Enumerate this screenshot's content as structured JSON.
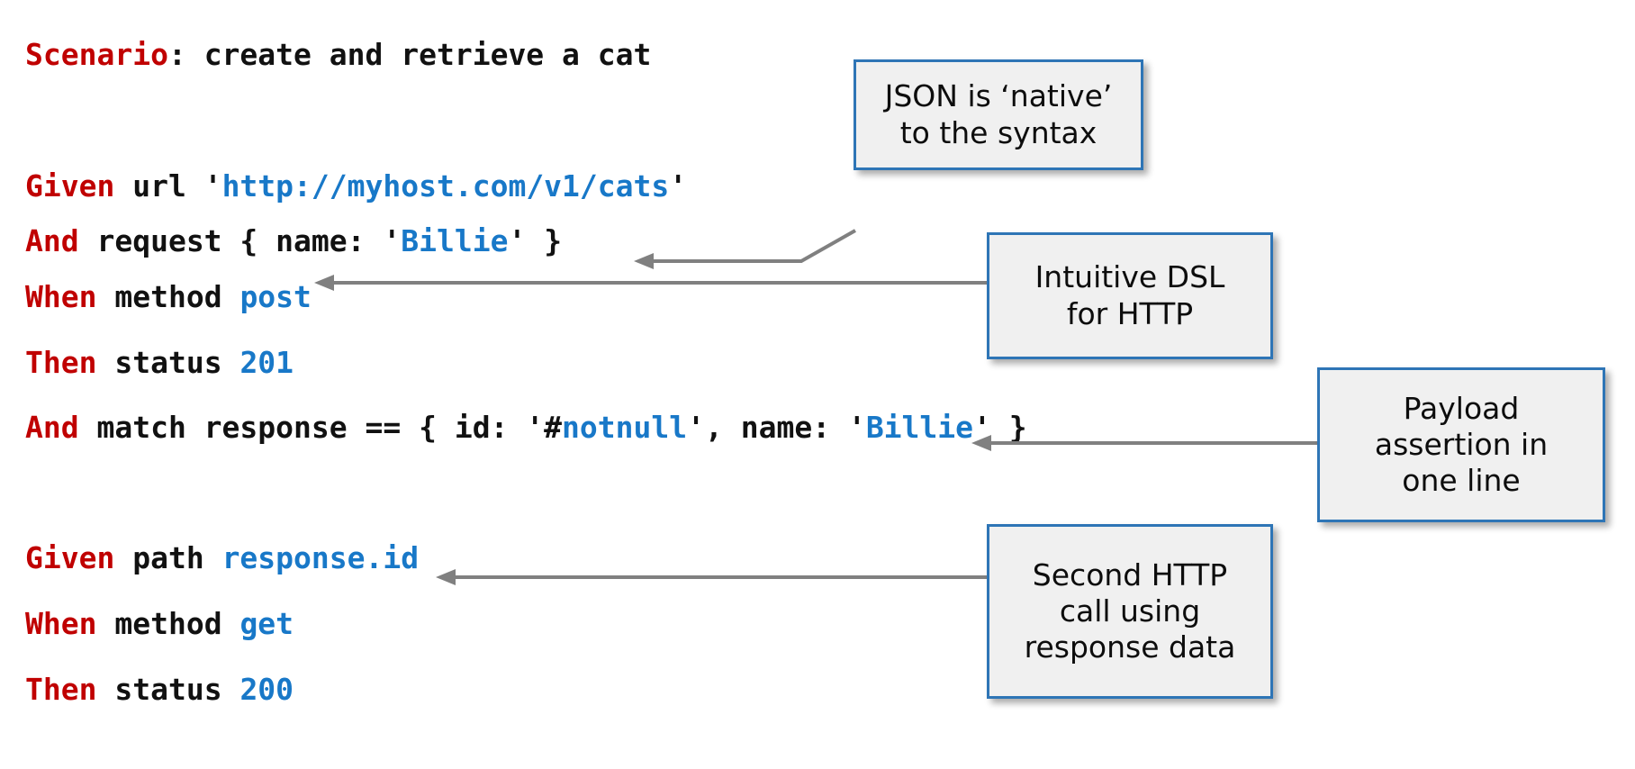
{
  "slide": {
    "background_color": "#ffffff",
    "keyword_color": "#C00000",
    "value_color": "#1878C8",
    "plain_color": "#111111",
    "callout_border_color": "#2E75B6",
    "callout_fill_color": "#F0F0F0",
    "connector_color": "#808080"
  },
  "code": {
    "lines": [
      {
        "id": "scenario",
        "tokens": [
          {
            "text": "Scenario",
            "style": "kw"
          },
          {
            "text": ": create and retrieve a cat",
            "style": "pl"
          }
        ],
        "plain": "Scenario: create and retrieve a cat"
      },
      {
        "id": "given-url",
        "tokens": [
          {
            "text": "Given",
            "style": "kw"
          },
          {
            "text": " url '",
            "style": "pl"
          },
          {
            "text": "http://myhost.com/v1/cats",
            "style": "val"
          },
          {
            "text": "'",
            "style": "pl"
          }
        ],
        "plain": "Given url 'http://myhost.com/v1/cats'"
      },
      {
        "id": "and-request",
        "tokens": [
          {
            "text": "And",
            "style": "kw"
          },
          {
            "text": " request { name: '",
            "style": "pl"
          },
          {
            "text": "Billie",
            "style": "val"
          },
          {
            "text": "' }",
            "style": "pl"
          }
        ],
        "plain": "And request { name: 'Billie' }"
      },
      {
        "id": "when-method-post",
        "tokens": [
          {
            "text": "When",
            "style": "kw"
          },
          {
            "text": " method ",
            "style": "pl"
          },
          {
            "text": "post",
            "style": "val"
          }
        ],
        "plain": "When method post"
      },
      {
        "id": "then-status-201",
        "tokens": [
          {
            "text": "Then",
            "style": "kw"
          },
          {
            "text": " status ",
            "style": "pl"
          },
          {
            "text": "201",
            "style": "val"
          }
        ],
        "plain": "Then status 201"
      },
      {
        "id": "and-match",
        "tokens": [
          {
            "text": "And",
            "style": "kw"
          },
          {
            "text": " match response == { id: '#",
            "style": "pl"
          },
          {
            "text": "notnull",
            "style": "val"
          },
          {
            "text": "', name: '",
            "style": "pl"
          },
          {
            "text": "Billie",
            "style": "val"
          },
          {
            "text": "' }",
            "style": "pl"
          }
        ],
        "plain": "And match response == { id: '#notnull', name: 'Billie' }"
      },
      {
        "id": "given-path",
        "tokens": [
          {
            "text": "Given",
            "style": "kw"
          },
          {
            "text": " path ",
            "style": "pl"
          },
          {
            "text": "response.id",
            "style": "val"
          }
        ],
        "plain": "Given path response.id"
      },
      {
        "id": "when-method-get",
        "tokens": [
          {
            "text": "When",
            "style": "kw"
          },
          {
            "text": " method ",
            "style": "pl"
          },
          {
            "text": "get",
            "style": "val"
          }
        ],
        "plain": "When method get"
      },
      {
        "id": "then-status-200",
        "tokens": [
          {
            "text": "Then",
            "style": "kw"
          },
          {
            "text": " status ",
            "style": "pl"
          },
          {
            "text": "200",
            "style": "val"
          }
        ],
        "plain": "Then status 200"
      }
    ]
  },
  "callouts": [
    {
      "id": "json-native",
      "text": "JSON is ‘native’\nto the syntax"
    },
    {
      "id": "intuitive-dsl",
      "text": "Intuitive DSL\nfor HTTP"
    },
    {
      "id": "payload-assertion",
      "text": "Payload\nassertion in\none line"
    },
    {
      "id": "second-http-call",
      "text": "Second HTTP\ncall using\nresponse data"
    }
  ]
}
